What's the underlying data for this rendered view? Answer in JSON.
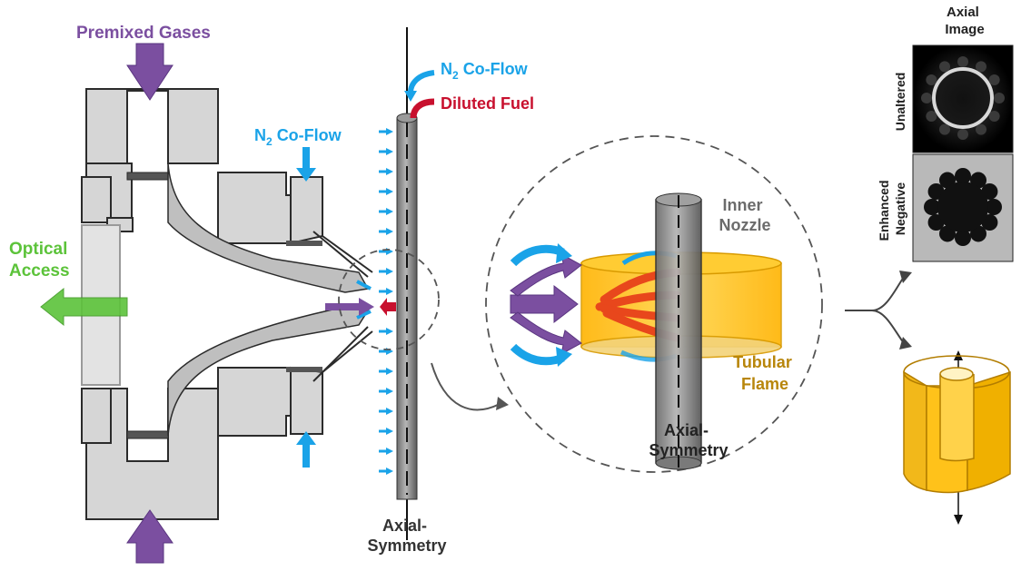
{
  "labels": {
    "premixed_gases": "Premixed Gases",
    "n2_coflow_top": "Co-Flow",
    "n2_coflow_side": "Co-Flow",
    "n2_symbol": "N",
    "n2_subscript": "2",
    "diluted_fuel": "Diluted Fuel",
    "optical_access_line1": "Optical",
    "optical_access_line2": "Access",
    "axial_symmetry_left_line1": "Axial-",
    "axial_symmetry_left_line2": "Symmetry",
    "axial_symmetry_zoom_line1": "Axial-",
    "axial_symmetry_zoom_line2": "Symmetry",
    "inner_nozzle_line1": "Inner",
    "inner_nozzle_line2": "Nozzle",
    "tubular_flame_line1": "Tubular",
    "tubular_flame_line2": "Flame",
    "axial_image_line1": "Axial",
    "axial_image_line2": "Image",
    "unaltered": "Unaltered",
    "enhanced_negative_line1": "Enhanced",
    "enhanced_negative_line2": "Negative"
  },
  "colors": {
    "premixed": "#7b4fa0",
    "n2": "#1aa3e8",
    "fuel": "#c8102e",
    "optical": "#5cc33a",
    "flame": "#ffc21a",
    "flame_edge": "#d89a00",
    "nozzle": "#8a8a8a",
    "burner": "#d6d6d6",
    "label_gray": "#6b6b6b",
    "label_gold": "#b8860b"
  }
}
